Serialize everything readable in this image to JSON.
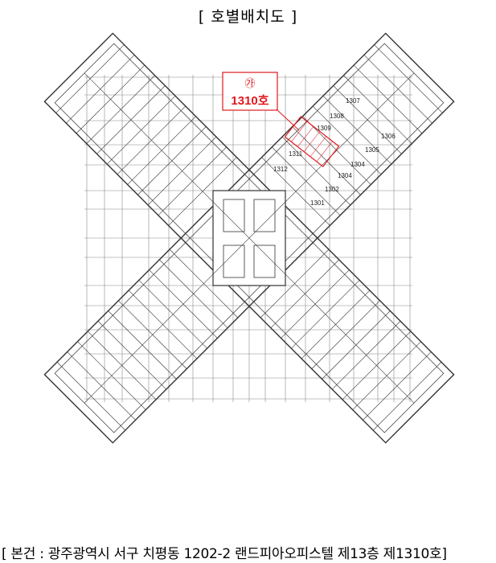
{
  "title": "[ 호별배치도 ]",
  "plan": {
    "marker_symbol": "㉮",
    "marker_unit": "1310호",
    "units": [
      "1307",
      "1308",
      "1309",
      "1306",
      "1305",
      "1304",
      "1304",
      "1302",
      "1301",
      "1311",
      "1312"
    ]
  },
  "footer": "[ 본건 : 광주광역시 서구 치평동 1202-2 랜드피아오피스텔 제13층 제1310호]",
  "colors": {
    "highlight": "#e0191e"
  }
}
